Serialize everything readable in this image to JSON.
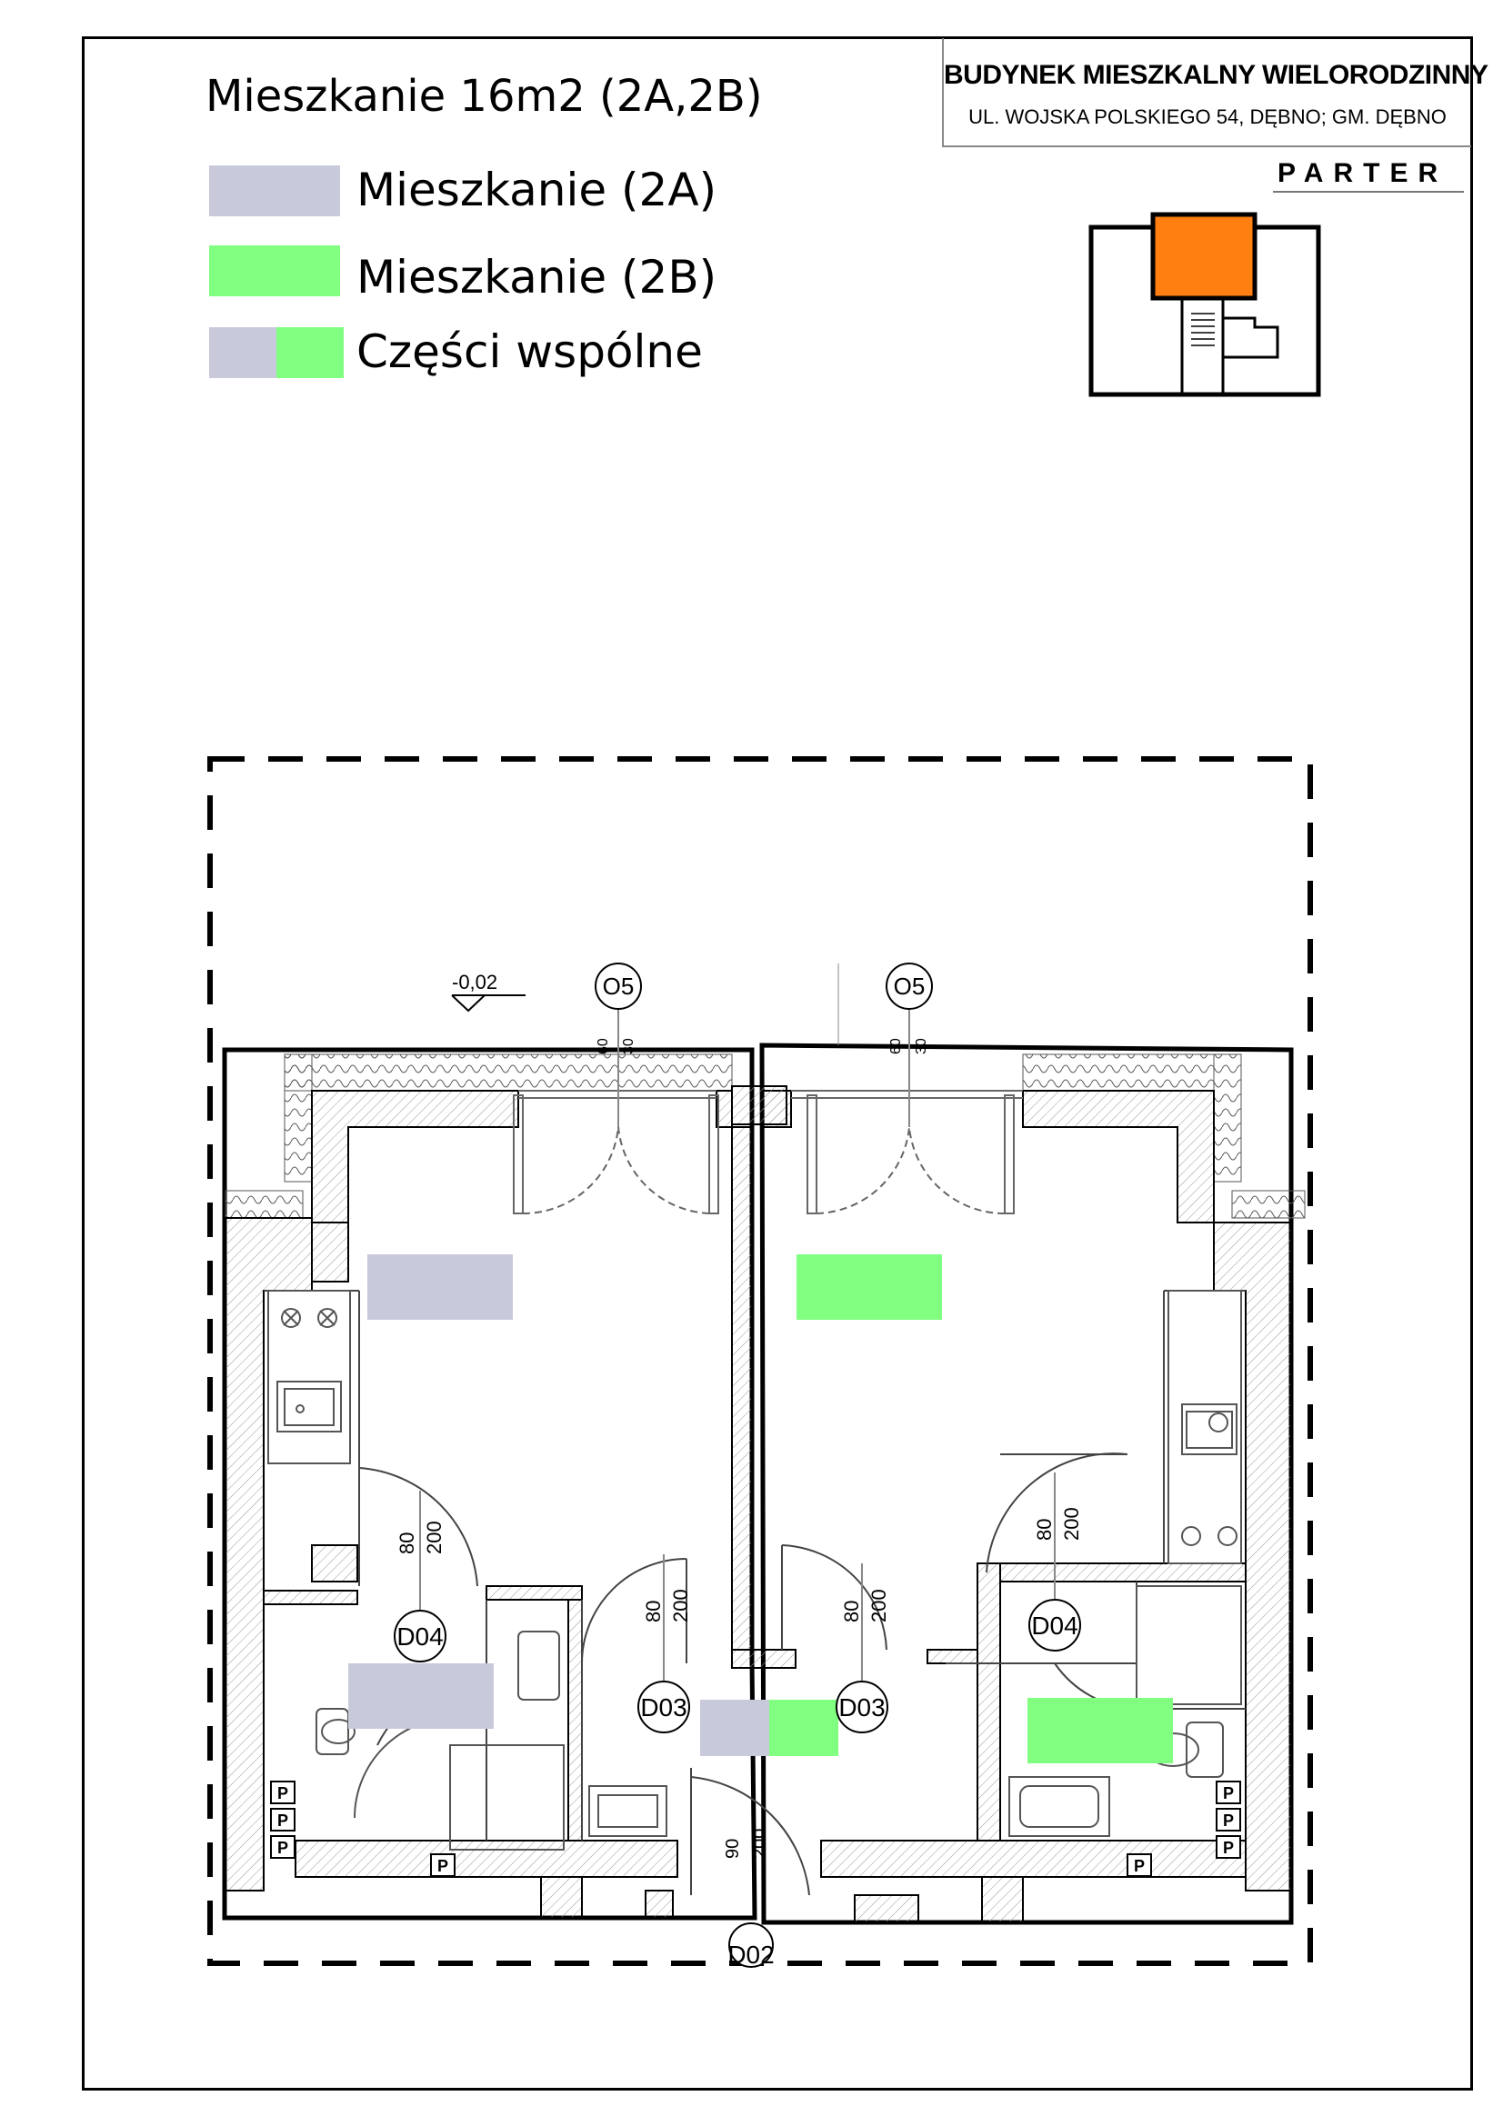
{
  "title": "Mieszkanie 16m2 (2A,2B)",
  "legend": [
    {
      "label": "Mieszkanie (2A)",
      "colors": [
        "#c9c9dc"
      ]
    },
    {
      "label": "Mieszkanie (2B)",
      "colors": [
        "#80ff80"
      ]
    },
    {
      "label": "Części wspólne",
      "colors": [
        "#c9c9dc",
        "#80ff80"
      ]
    }
  ],
  "title_block": {
    "name": "BUDYNEK MIESZKALNY WIELORODZINNY",
    "address": "UL. WOJSKA POLSKIEGO 54, DĘBNO; GM. DĘBNO"
  },
  "floor": "PARTER",
  "key_plan": {
    "highlight_color": "#ff7f10"
  },
  "plan": {
    "level": "-0,02",
    "window_tag": "O5",
    "dims_window": [
      "60",
      "30"
    ],
    "door_dims": [
      "80",
      "200"
    ],
    "door_dims_entry": [
      "90",
      "200"
    ],
    "doors": [
      "D04",
      "D03",
      "D03",
      "D04"
    ],
    "entry_door": "D02",
    "p_label": "P",
    "colors": {
      "unit_2a": "#c9c9dc",
      "unit_2b": "#80ff80"
    }
  }
}
